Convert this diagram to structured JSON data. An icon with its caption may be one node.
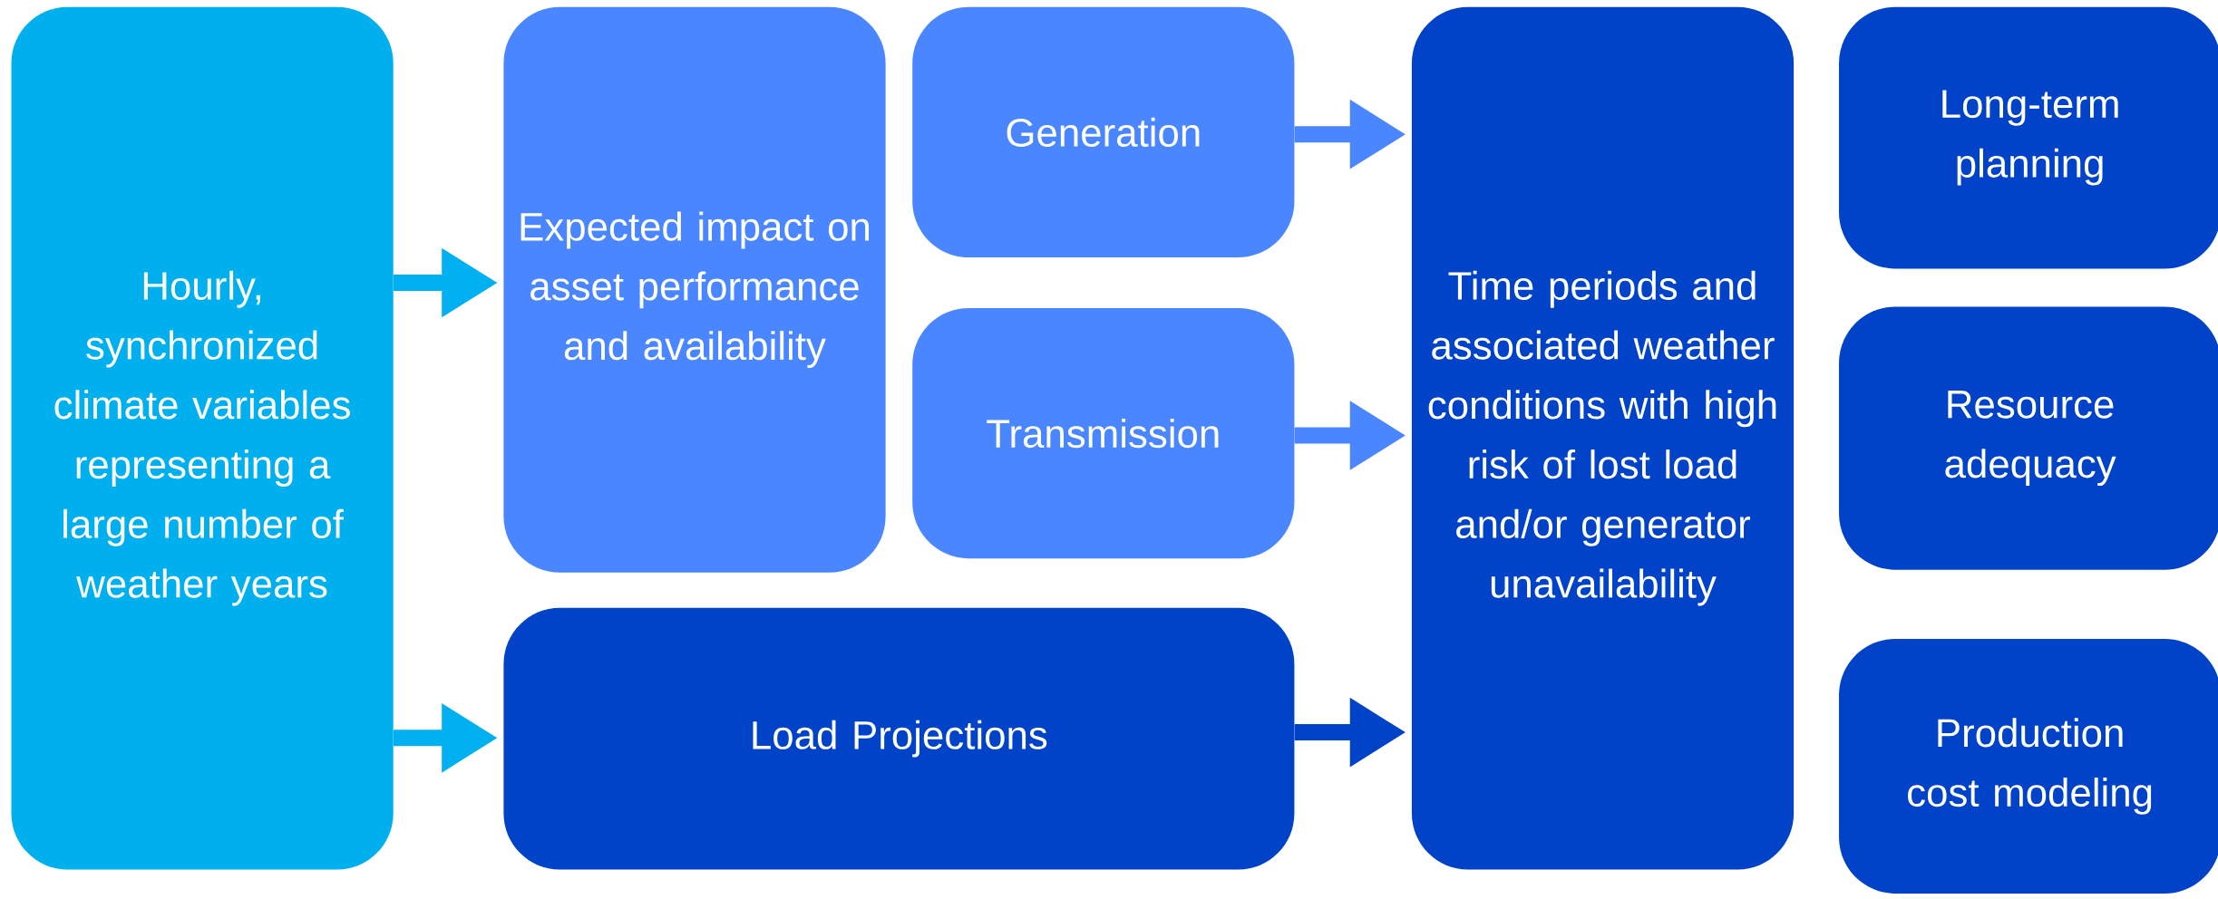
{
  "diagram": {
    "nodes": [
      {
        "text": [
          "Hourly, synchronized climate variables representing a large number of weather years"
        ]
      },
      {
        "text": [
          "Expected impact on asset performance and availability"
        ]
      },
      {
        "text": [
          "Generation"
        ]
      },
      {
        "text": [
          "Transmission"
        ]
      },
      {
        "text": [
          "Load Projections"
        ]
      },
      {
        "text": [
          "Time periods and associated weather conditions with high risk of lost load and/or generator unavailability"
        ]
      },
      {
        "text": [
          "Long-term planning"
        ]
      },
      {
        "text": [
          "Resource adequacy"
        ]
      },
      {
        "text": [
          "Production cost modeling"
        ]
      }
    ],
    "edges": [
      {
        "from": 0,
        "to": 1,
        "arrow": "to",
        "color": "#00b0f0"
      },
      {
        "from": 0,
        "to": 4,
        "arrow": "to",
        "color": "#00b0f0"
      },
      {
        "from": 2,
        "to": 5,
        "arrow": "to",
        "color": "#4a86ff"
      },
      {
        "from": 3,
        "to": 5,
        "arrow": "to",
        "color": "#4a86ff"
      },
      {
        "from": 4,
        "to": 5,
        "arrow": "to",
        "color": "#0043c8"
      }
    ]
  }
}
